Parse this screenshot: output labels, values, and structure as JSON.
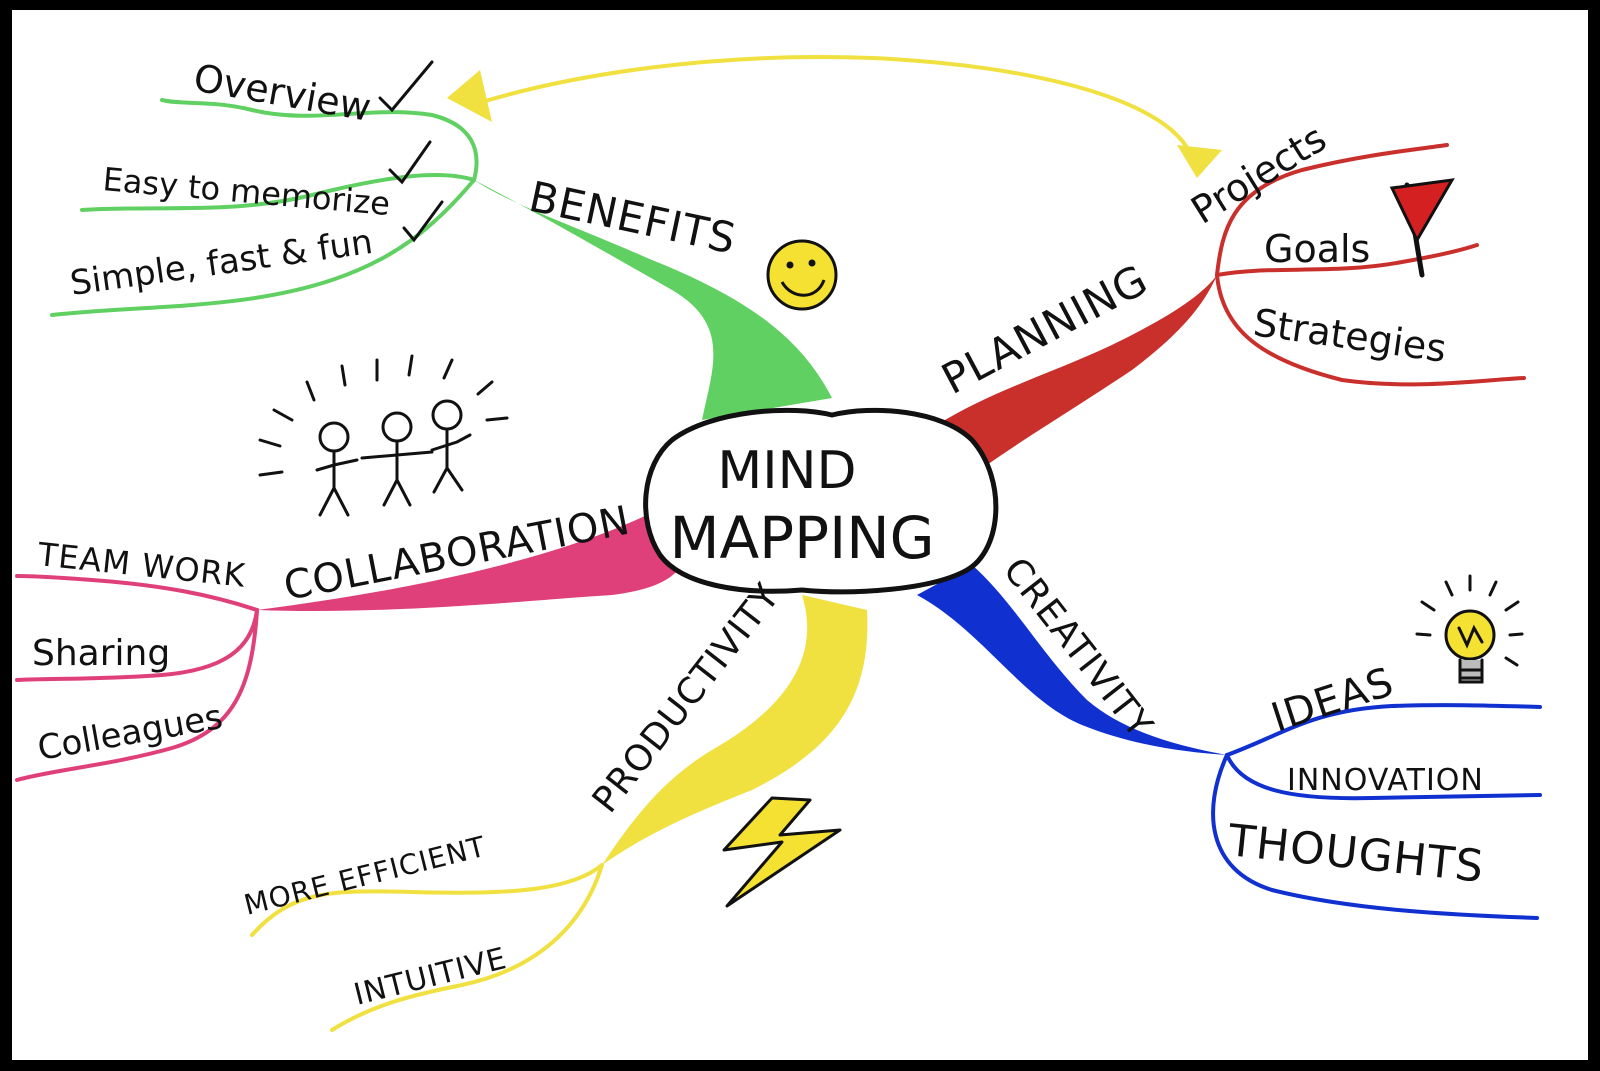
{
  "center": {
    "line1": "MIND",
    "line2": "MAPPING"
  },
  "colors": {
    "benefits": "#5fd061",
    "planning": "#c9302c",
    "collaboration": "#e0407a",
    "productivity": "#f0e040",
    "creativity": "#1030d0",
    "outline": "#111111"
  },
  "branches": {
    "benefits": {
      "label": "BENEFITS",
      "leaves": [
        "Overview",
        "Easy to memorize",
        "Simple, fast & fun"
      ],
      "icon": "smiley-face-icon"
    },
    "planning": {
      "label": "PLANNING",
      "leaves": [
        "Projects",
        "Goals",
        "Strategies"
      ],
      "icon": "red-flag-icon"
    },
    "collaboration": {
      "label": "COLLABORATION",
      "leaves": [
        "TEAM WORK",
        "Sharing",
        "Colleagues"
      ],
      "icon": "stick-figures-icon"
    },
    "productivity": {
      "label": "PRODUCTIVITY",
      "leaves": [
        "MORE EFFICIENT",
        "INTUITIVE"
      ],
      "icon": "lightning-bolt-icon"
    },
    "creativity": {
      "label": "CREATIVITY",
      "leaves": [
        "IDEAS",
        "INNOVATION",
        "THOUGHTS"
      ],
      "icon": "light-bulb-icon"
    }
  }
}
